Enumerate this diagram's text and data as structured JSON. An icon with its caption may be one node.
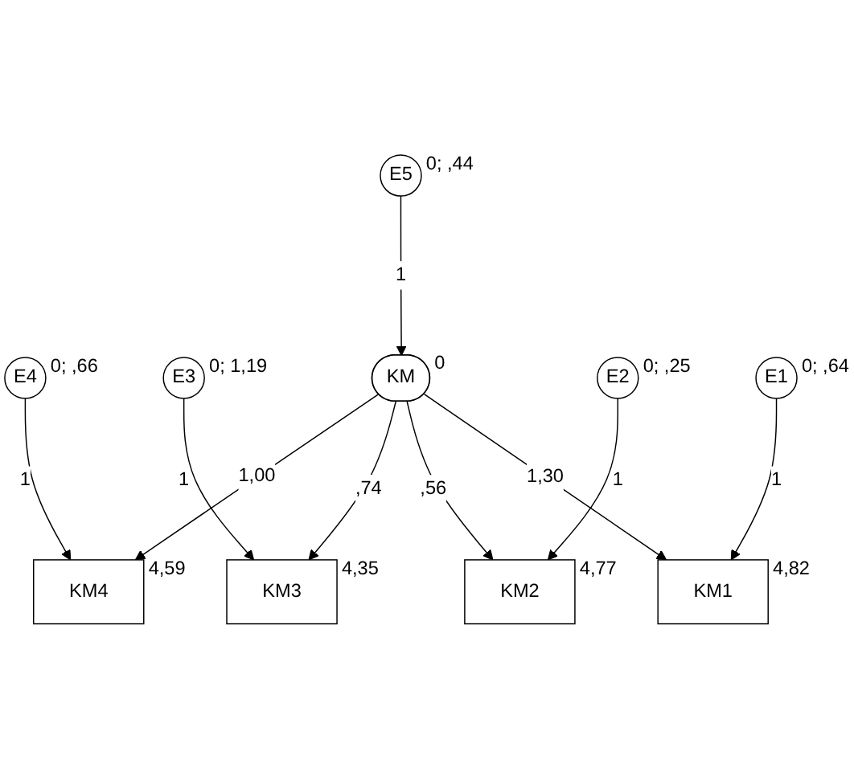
{
  "diagram": {
    "nodes": [
      {
        "text": [
          "E4"
        ],
        "beside": [
          "0; ,66"
        ]
      },
      {
        "text": [
          "E3"
        ],
        "beside": [
          "0; 1,19"
        ]
      },
      {
        "text": [
          "E2"
        ],
        "beside": [
          "0; ,25"
        ]
      },
      {
        "text": [
          "E1"
        ],
        "beside": [
          "0; ,64"
        ]
      },
      {
        "text": [
          "KM4"
        ],
        "beside": [
          "4,59"
        ]
      },
      {
        "text": [
          "KM3"
        ],
        "beside": [
          "4,35"
        ]
      },
      {
        "text": [
          "KM2"
        ],
        "beside": [
          "4,77"
        ]
      },
      {
        "text": [
          "KM1"
        ],
        "beside": [
          "4,82"
        ]
      },
      {
        "text": [
          "KM"
        ],
        "beside": [
          "0"
        ]
      },
      {
        "text": [
          "E5"
        ],
        "beside": [
          "0; ,44"
        ]
      }
    ],
    "edges": [
      {
        "from": 0,
        "to": 4,
        "arrow": "to",
        "label": "1"
      },
      {
        "from": 1,
        "to": 5,
        "arrow": "to",
        "label": "1"
      },
      {
        "from": 2,
        "to": 6,
        "arrow": "to",
        "label": "1"
      },
      {
        "from": 3,
        "to": 7,
        "arrow": "to",
        "label": "1"
      },
      {
        "from": 8,
        "to": 4,
        "arrow": "to",
        "label": "1,00"
      },
      {
        "from": 8,
        "to": 5,
        "arrow": "to",
        "label": ",74"
      },
      {
        "from": 8,
        "to": 6,
        "arrow": "to",
        "label": ",56"
      },
      {
        "from": 8,
        "to": 7,
        "arrow": "to",
        "label": "1,30"
      },
      {
        "from": 9,
        "to": 8,
        "arrow": "to",
        "label": "1"
      }
    ]
  }
}
